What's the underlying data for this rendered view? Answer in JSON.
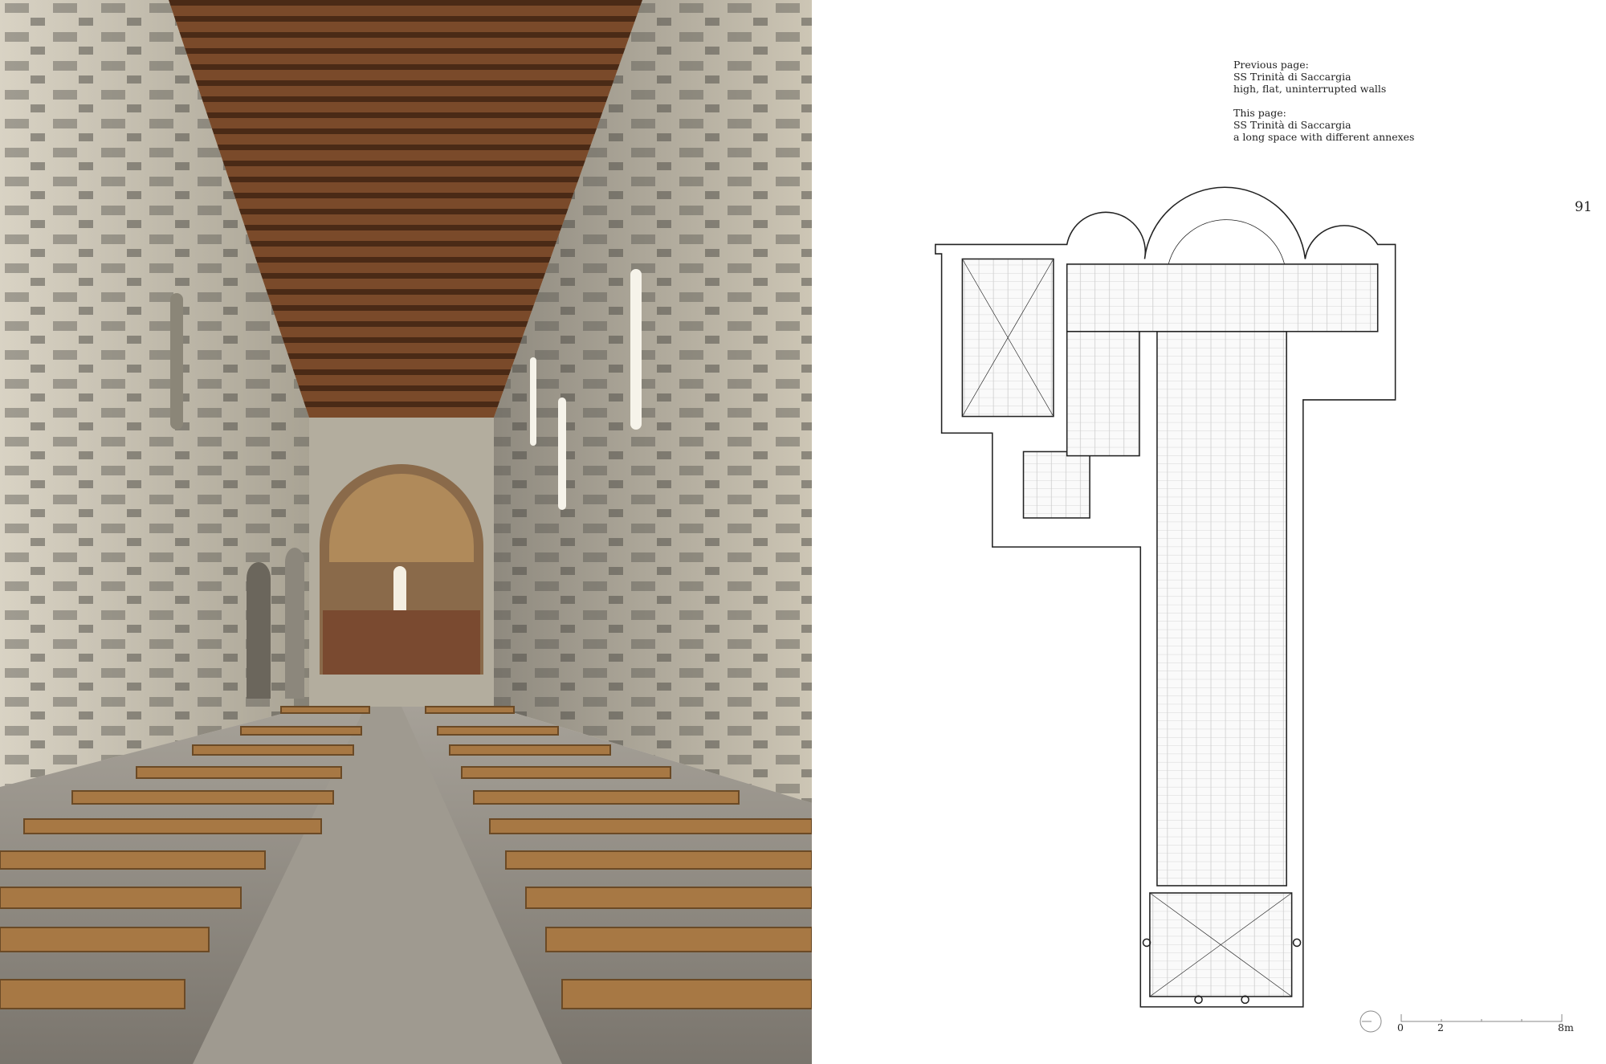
{
  "caption": {
    "previous": [
      "Previous page:",
      "SS Trinità di Saccargia",
      "high, flat, uninterrupted walls"
    ],
    "current": [
      "This page:",
      "SS Trinità di Saccargia",
      "a long space with different annexes"
    ]
  },
  "page_number": "91",
  "scale_bar": {
    "labels": [
      "0",
      "2",
      "8m"
    ]
  },
  "colors": {
    "stone": "#cfc8b8",
    "dark_stone": "#5b5853",
    "wood": "#6b3f22",
    "pew": "#a77844",
    "line": "#222222"
  }
}
